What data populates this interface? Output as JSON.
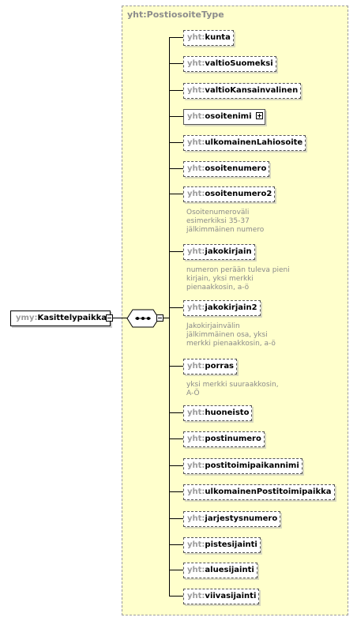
{
  "root": {
    "ns": "ymy:",
    "name": "Kasittelypaikka"
  },
  "type_name": "yht:PostiosoiteType",
  "elements": [
    {
      "ns": "yht:",
      "name": "kunta"
    },
    {
      "ns": "yht:",
      "name": "valtioSuomeksi"
    },
    {
      "ns": "yht:",
      "name": "valtioKansainvalinen"
    },
    {
      "ns": "yht:",
      "name": "osoitenimi"
    },
    {
      "ns": "yht:",
      "name": "ulkomainenLahiosoite"
    },
    {
      "ns": "yht:",
      "name": "osoitenumero"
    },
    {
      "ns": "yht:",
      "name": "osoitenumero2"
    },
    {
      "ns": "yht:",
      "name": "jakokirjain"
    },
    {
      "ns": "yht:",
      "name": "jakokirjain2"
    },
    {
      "ns": "yht:",
      "name": "porras"
    },
    {
      "ns": "yht:",
      "name": "huoneisto"
    },
    {
      "ns": "yht:",
      "name": "postinumero"
    },
    {
      "ns": "yht:",
      "name": "postitoimipaikannimi"
    },
    {
      "ns": "yht:",
      "name": "ulkomainenPostitoimipaikka"
    },
    {
      "ns": "yht:",
      "name": "jarjestysnumero"
    },
    {
      "ns": "yht:",
      "name": "pistesijainti"
    },
    {
      "ns": "yht:",
      "name": "aluesijainti"
    },
    {
      "ns": "yht:",
      "name": "viivasijainti"
    }
  ],
  "notes": {
    "osoitenumero2": [
      "Osoitenumeroväli",
      "esimerkiksi 35-37",
      "jälkimmäinen numero"
    ],
    "jakokirjain": [
      "numeron perään tuleva pieni",
      "kirjain, yksi merkki",
      "pienaakkosin, a-ö"
    ],
    "jakokirjain2": [
      "Jakokirjainvälin",
      "jälkimmäinen osa, yksi",
      "merkki pienaakkosin, a-ö"
    ],
    "porras": [
      "yksi merkki suuraakkosin,",
      "A-Ö"
    ]
  }
}
